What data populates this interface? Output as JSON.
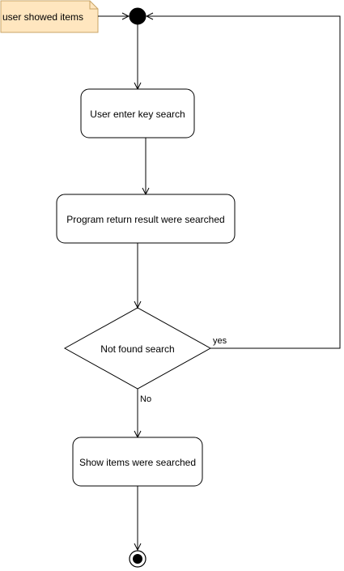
{
  "diagram": {
    "note": "user showed items",
    "nodes": {
      "enter_key": "User enter key search",
      "return_result": "Program return result were searched",
      "decision": "Not found search",
      "show_items": "Show items were searched"
    },
    "edges": {
      "yes": "yes",
      "no": "No"
    }
  },
  "colors": {
    "note_fill": "#FFE6BF",
    "note_stroke": "#C8A466",
    "stroke": "#000000",
    "fill": "#FFFFFF"
  }
}
